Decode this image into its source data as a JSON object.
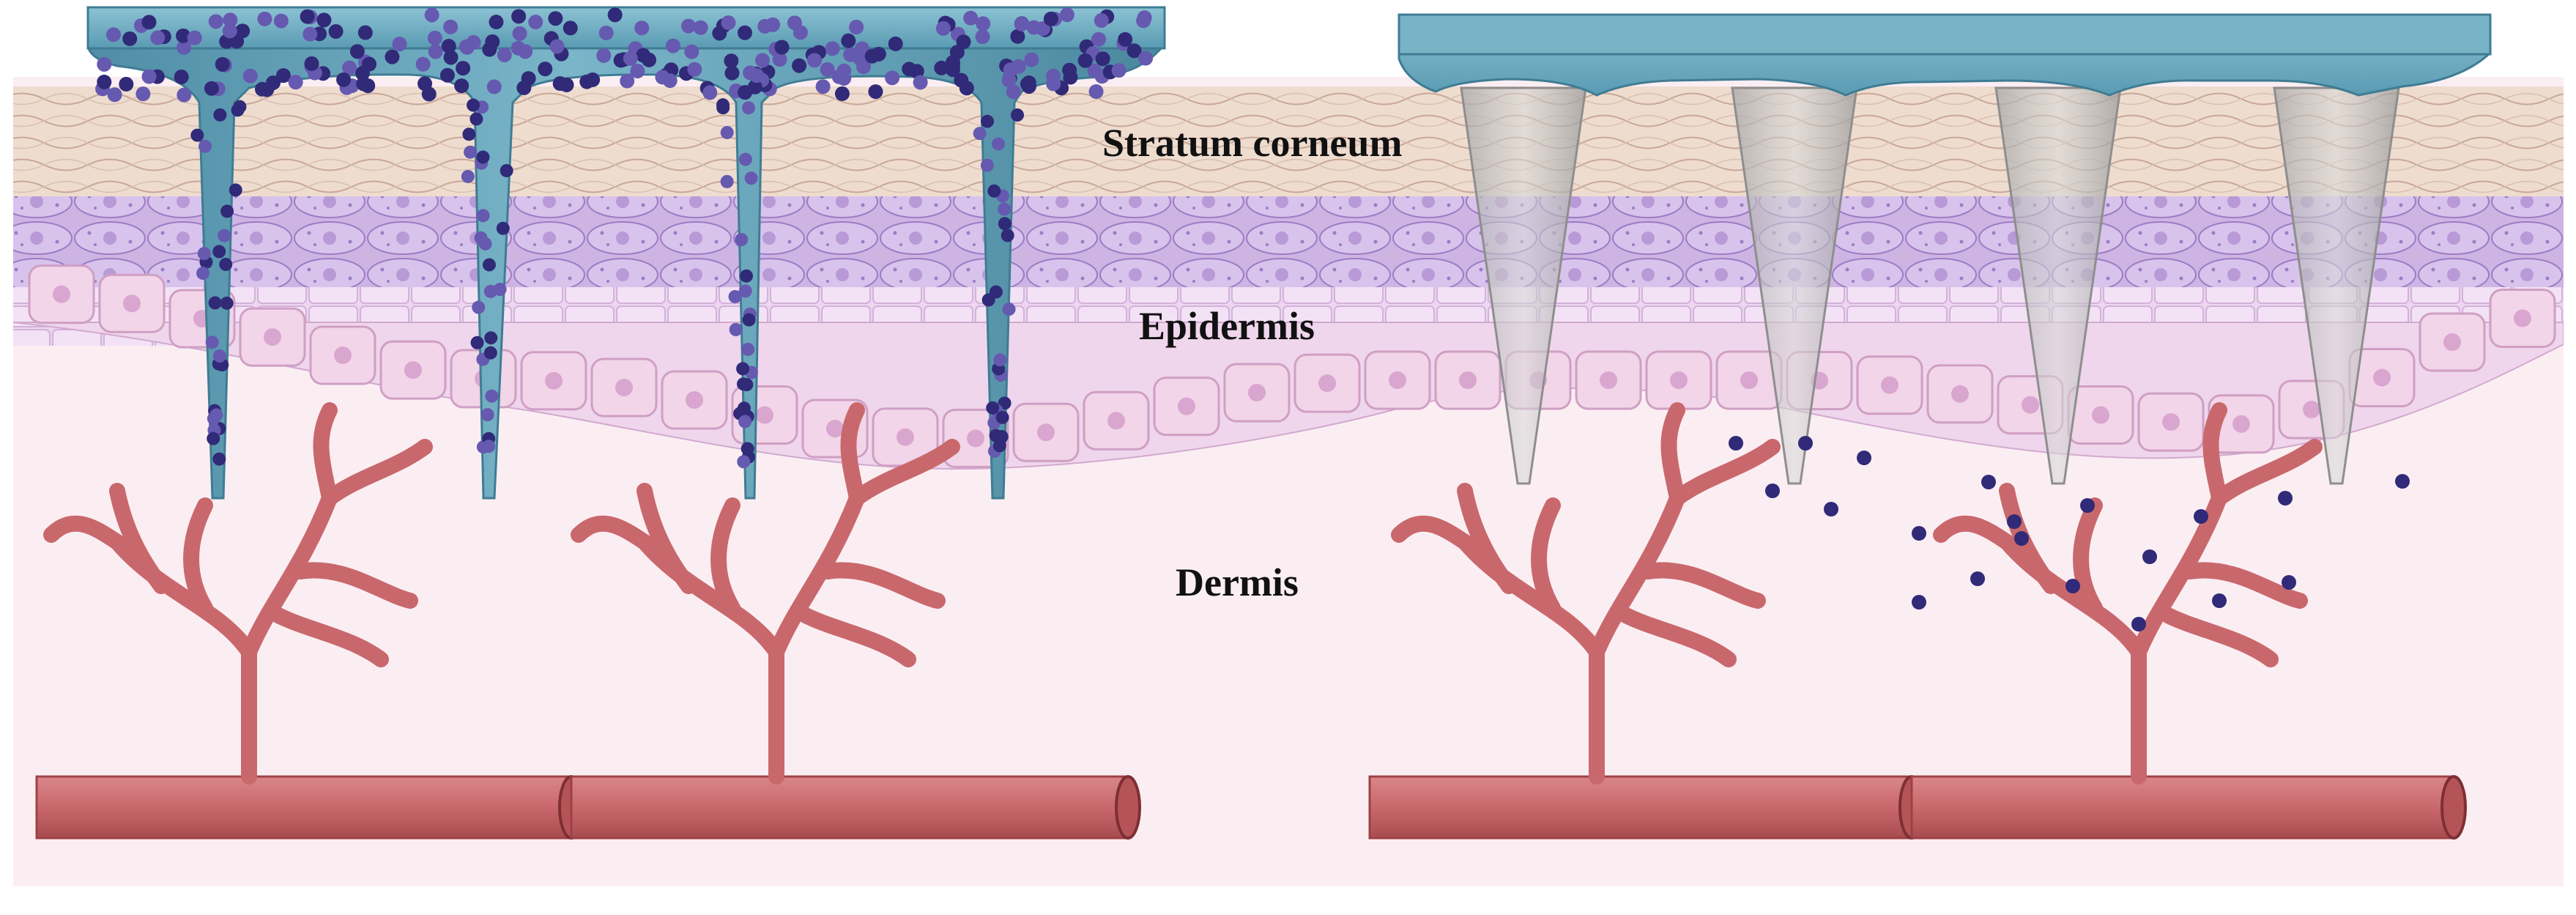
{
  "labels": {
    "stratum_corneum": "Stratum corneum",
    "epidermis": "Epidermis",
    "dermis": "Dermis"
  },
  "colors": {
    "stratum_corneum": "#ecd8cf",
    "stratum_corneum_line": "#c9a796",
    "spinosum": "#cdb4e3",
    "spinosum_line": "#9c7cc4",
    "basal": "#efd6ec",
    "basal_line": "#d2a9cf",
    "dermis": "#fbeef3",
    "microneedle": "#6fa8bd",
    "microneedle_dark": "#4b8aa3",
    "dissolved_needle": "#bdbdbd",
    "drug_particle": "#302a78",
    "drug_particle_light": "#6659b0",
    "vessel": "#c9686c",
    "vessel_dark": "#9e4145"
  },
  "icons": {
    "left_patch": "microneedle-patch-loaded-icon",
    "right_patch": "microneedle-patch-dissolved-icon",
    "vessels": "blood-vessel-icon",
    "capillaries": "capillary-branch-icon"
  }
}
